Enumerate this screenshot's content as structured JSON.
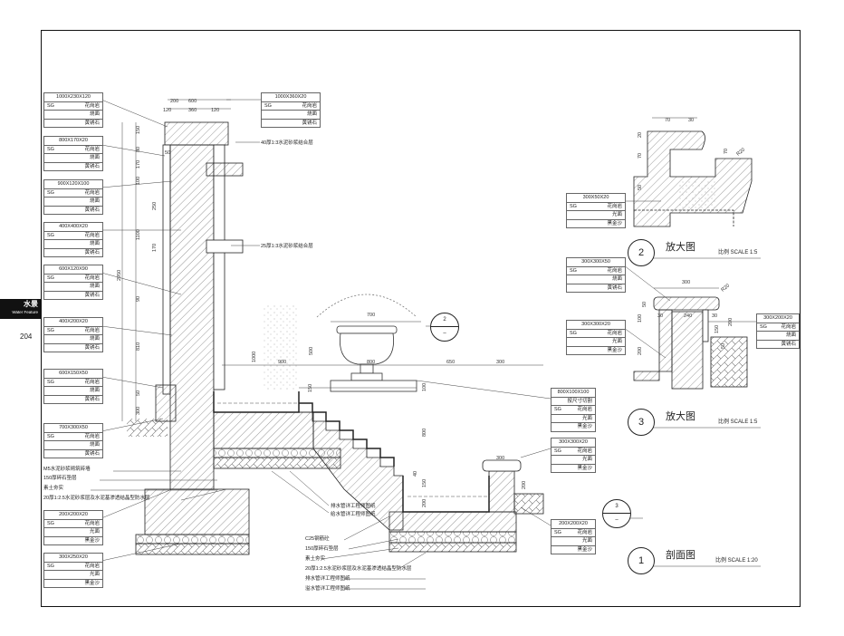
{
  "side_tab": {
    "title_cn": "水景",
    "title_en": "Water Feature",
    "page": "204"
  },
  "labels": [
    {
      "size": "1000X230X120",
      "code": "SG",
      "material": "花岗岩",
      "finish": "烧面",
      "color": "黄锈石"
    },
    {
      "size": "800X170X20",
      "code": "SG",
      "material": "花岗岩",
      "finish": "烧面",
      "color": "黄锈石"
    },
    {
      "size": "900X120X100",
      "code": "SG",
      "material": "花岗岩",
      "finish": "烧面",
      "color": "黄锈石"
    },
    {
      "size": "400X400X20",
      "code": "SG",
      "material": "花岗岩",
      "finish": "烧面",
      "color": "黄锈石"
    },
    {
      "size": "600X120X90",
      "code": "SG",
      "material": "花岗岩",
      "finish": "烧面",
      "color": "黄锈石"
    },
    {
      "size": "400X200X20",
      "code": "SG",
      "material": "花岗岩",
      "finish": "烧面",
      "color": "黄锈石"
    },
    {
      "size": "600X150X50",
      "code": "SG",
      "material": "花岗岩",
      "finish": "烧面",
      "color": "黄锈石"
    },
    {
      "size": "700X300X50",
      "code": "SG",
      "material": "花岗岩",
      "finish": "烧面",
      "color": "黄锈石"
    },
    {
      "size": "200X200X20",
      "code": "SG",
      "material": "花岗岩",
      "finish": "光面",
      "color": "黑金沙"
    },
    {
      "size": "300X250X20",
      "code": "SG",
      "material": "花岗岩",
      "finish": "光面",
      "color": "黑金沙"
    },
    {
      "size": "1000X360X20",
      "code": "SG",
      "material": "花岗岩",
      "finish": "烧面",
      "color": "黄锈石"
    },
    {
      "size": "300X50X20",
      "code": "SG",
      "material": "花岗岩",
      "finish": "光面",
      "color": "黑金沙"
    },
    {
      "size": "300X300X50",
      "code": "SG",
      "material": "花岗岩",
      "finish": "烧面",
      "color": "黄锈石"
    },
    {
      "size": "300X300X20",
      "code": "SG",
      "material": "花岗岩",
      "finish": "光面",
      "color": "黑金沙"
    },
    {
      "size": "300X200X20",
      "code": "SG",
      "material": "花岗岩",
      "finish": "烧面",
      "color": "黄锈石"
    },
    {
      "size": "800X100X100",
      "note": "按尺寸切割",
      "code": "SG",
      "material": "花岗岩",
      "finish": "光面",
      "color": "黑金沙"
    },
    {
      "size": "300X300X20",
      "code": "SG",
      "material": "花岗岩",
      "finish": "光面",
      "color": "黑金沙"
    },
    {
      "size": "200X200X20",
      "code": "SG",
      "material": "花岗岩",
      "finish": "光面",
      "color": "黑金沙"
    }
  ],
  "notes": {
    "mortar40": "40厚1:3水泥砂浆结合层",
    "mortar25": "25厚1:3水泥砂浆结合层",
    "left": [
      "M5水泥砂浆砌筑砖墙",
      "150厚碎石垫层",
      "素土夯实",
      "20厚1:2.5水泥砂浆层及水泥基渗透结晶型防水层"
    ],
    "pipes": [
      "排水管详工程师图纸",
      "给水管详工程师图纸"
    ],
    "bottom": [
      "C25钢筋砼",
      "150厚碎石垫层",
      "素土夯实",
      "20厚1:2.5水泥砂浆层及水泥基渗透结晶型防水层",
      "排水管详工程师图纸",
      "溢水管详工程师图纸"
    ]
  },
  "titles": [
    {
      "num": "2",
      "name": "放大图",
      "scale": "比例 SCALE 1:5"
    },
    {
      "num": "3",
      "name": "放大图",
      "scale": "比例 SCALE 1:5"
    },
    {
      "num": "1",
      "name": "剖面图",
      "scale": "比例 SCALE 1:20"
    }
  ],
  "section_marks": [
    {
      "num": "2",
      "sheet": "–"
    },
    {
      "num": "3",
      "sheet": "–"
    }
  ],
  "dims": [
    "200",
    "600",
    "120",
    "360",
    "120",
    "150",
    "80",
    "170",
    "100",
    "250",
    "1100",
    "2950",
    "170",
    "50",
    "90",
    "810",
    "50",
    "300",
    "1000",
    "900",
    "700",
    "500",
    "800",
    "650",
    "300",
    "150",
    "100",
    "800",
    "40",
    "150",
    "200",
    "300",
    "200",
    "70",
    "30",
    "70",
    "50",
    "20",
    "70",
    "R20",
    "300",
    "50",
    "30",
    "240",
    "30",
    "150",
    "200",
    "100",
    "200",
    "R20",
    "50"
  ]
}
